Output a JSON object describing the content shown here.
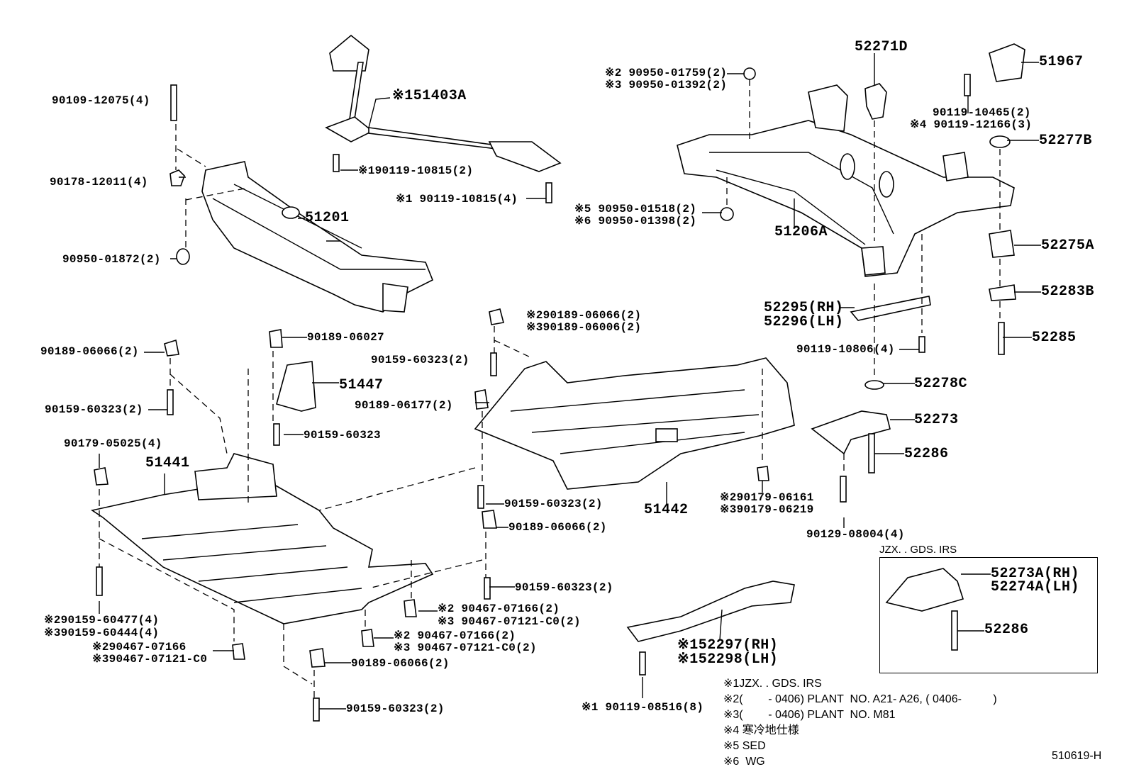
{
  "labels": [
    "90109-12075(4)",
    "90178-12011(4)",
    "90950-01872(2)",
    "51201",
    "※151403A",
    "※190119-10815(2)",
    "※1 90119-10815(4)",
    "※2 90950-01759(2)",
    "※3 90950-01392(2)",
    "52271D",
    "51967",
    "90119-10465(2)",
    "※4 90119-12166(3)",
    "52277B",
    "※5 90950-01518(2)",
    "※6 90950-01398(2)",
    "51206A",
    "52275A",
    "52283B",
    "52295(RH)",
    "52296(LH)",
    "52285",
    "90119-10806(4)",
    "※290189-06066(2)",
    "※390189-06006(2)",
    "90189-06027",
    "90189-06066(2)",
    "90159-60323(2)",
    "51447",
    "52278C",
    "90189-06177(2)",
    "90159-60323(2)",
    "52273",
    "90159-60323",
    "90179-05025(4)",
    "52286",
    "51441",
    "90159-60323(2)",
    "51442",
    "※290179-06161",
    "※390179-06219",
    "90189-06066(2)",
    "90129-08004(4)",
    "JZX. . GDS. IRS",
    "52273A(RH)",
    "52274A(LH)",
    "90159-60323(2)",
    "※2 90467-07166(2)",
    "※3 90467-07121-C0(2)",
    "※290159-60477(4)",
    "※390159-60444(4)",
    "52286",
    "※2 90467-07166(2)",
    "※3 90467-07121-C0(2)",
    "※152297(RH)",
    "※152298(LH)",
    "※290467-07166",
    "※390467-07121-C0",
    "90189-06066(2)",
    "※1 90119-08516(8)",
    "90159-60323(2)"
  ],
  "notes": [
    "※1JZX. . GDS. IRS",
    "※2(        - 0406) PLANT  NO. A21- A26, ( 0406-          )",
    "※3(        - 0406) PLANT  NO. M81",
    "※4 寒冷地仕様",
    "※5 SED",
    "※6  WG"
  ],
  "diagram_id": "510619-H"
}
